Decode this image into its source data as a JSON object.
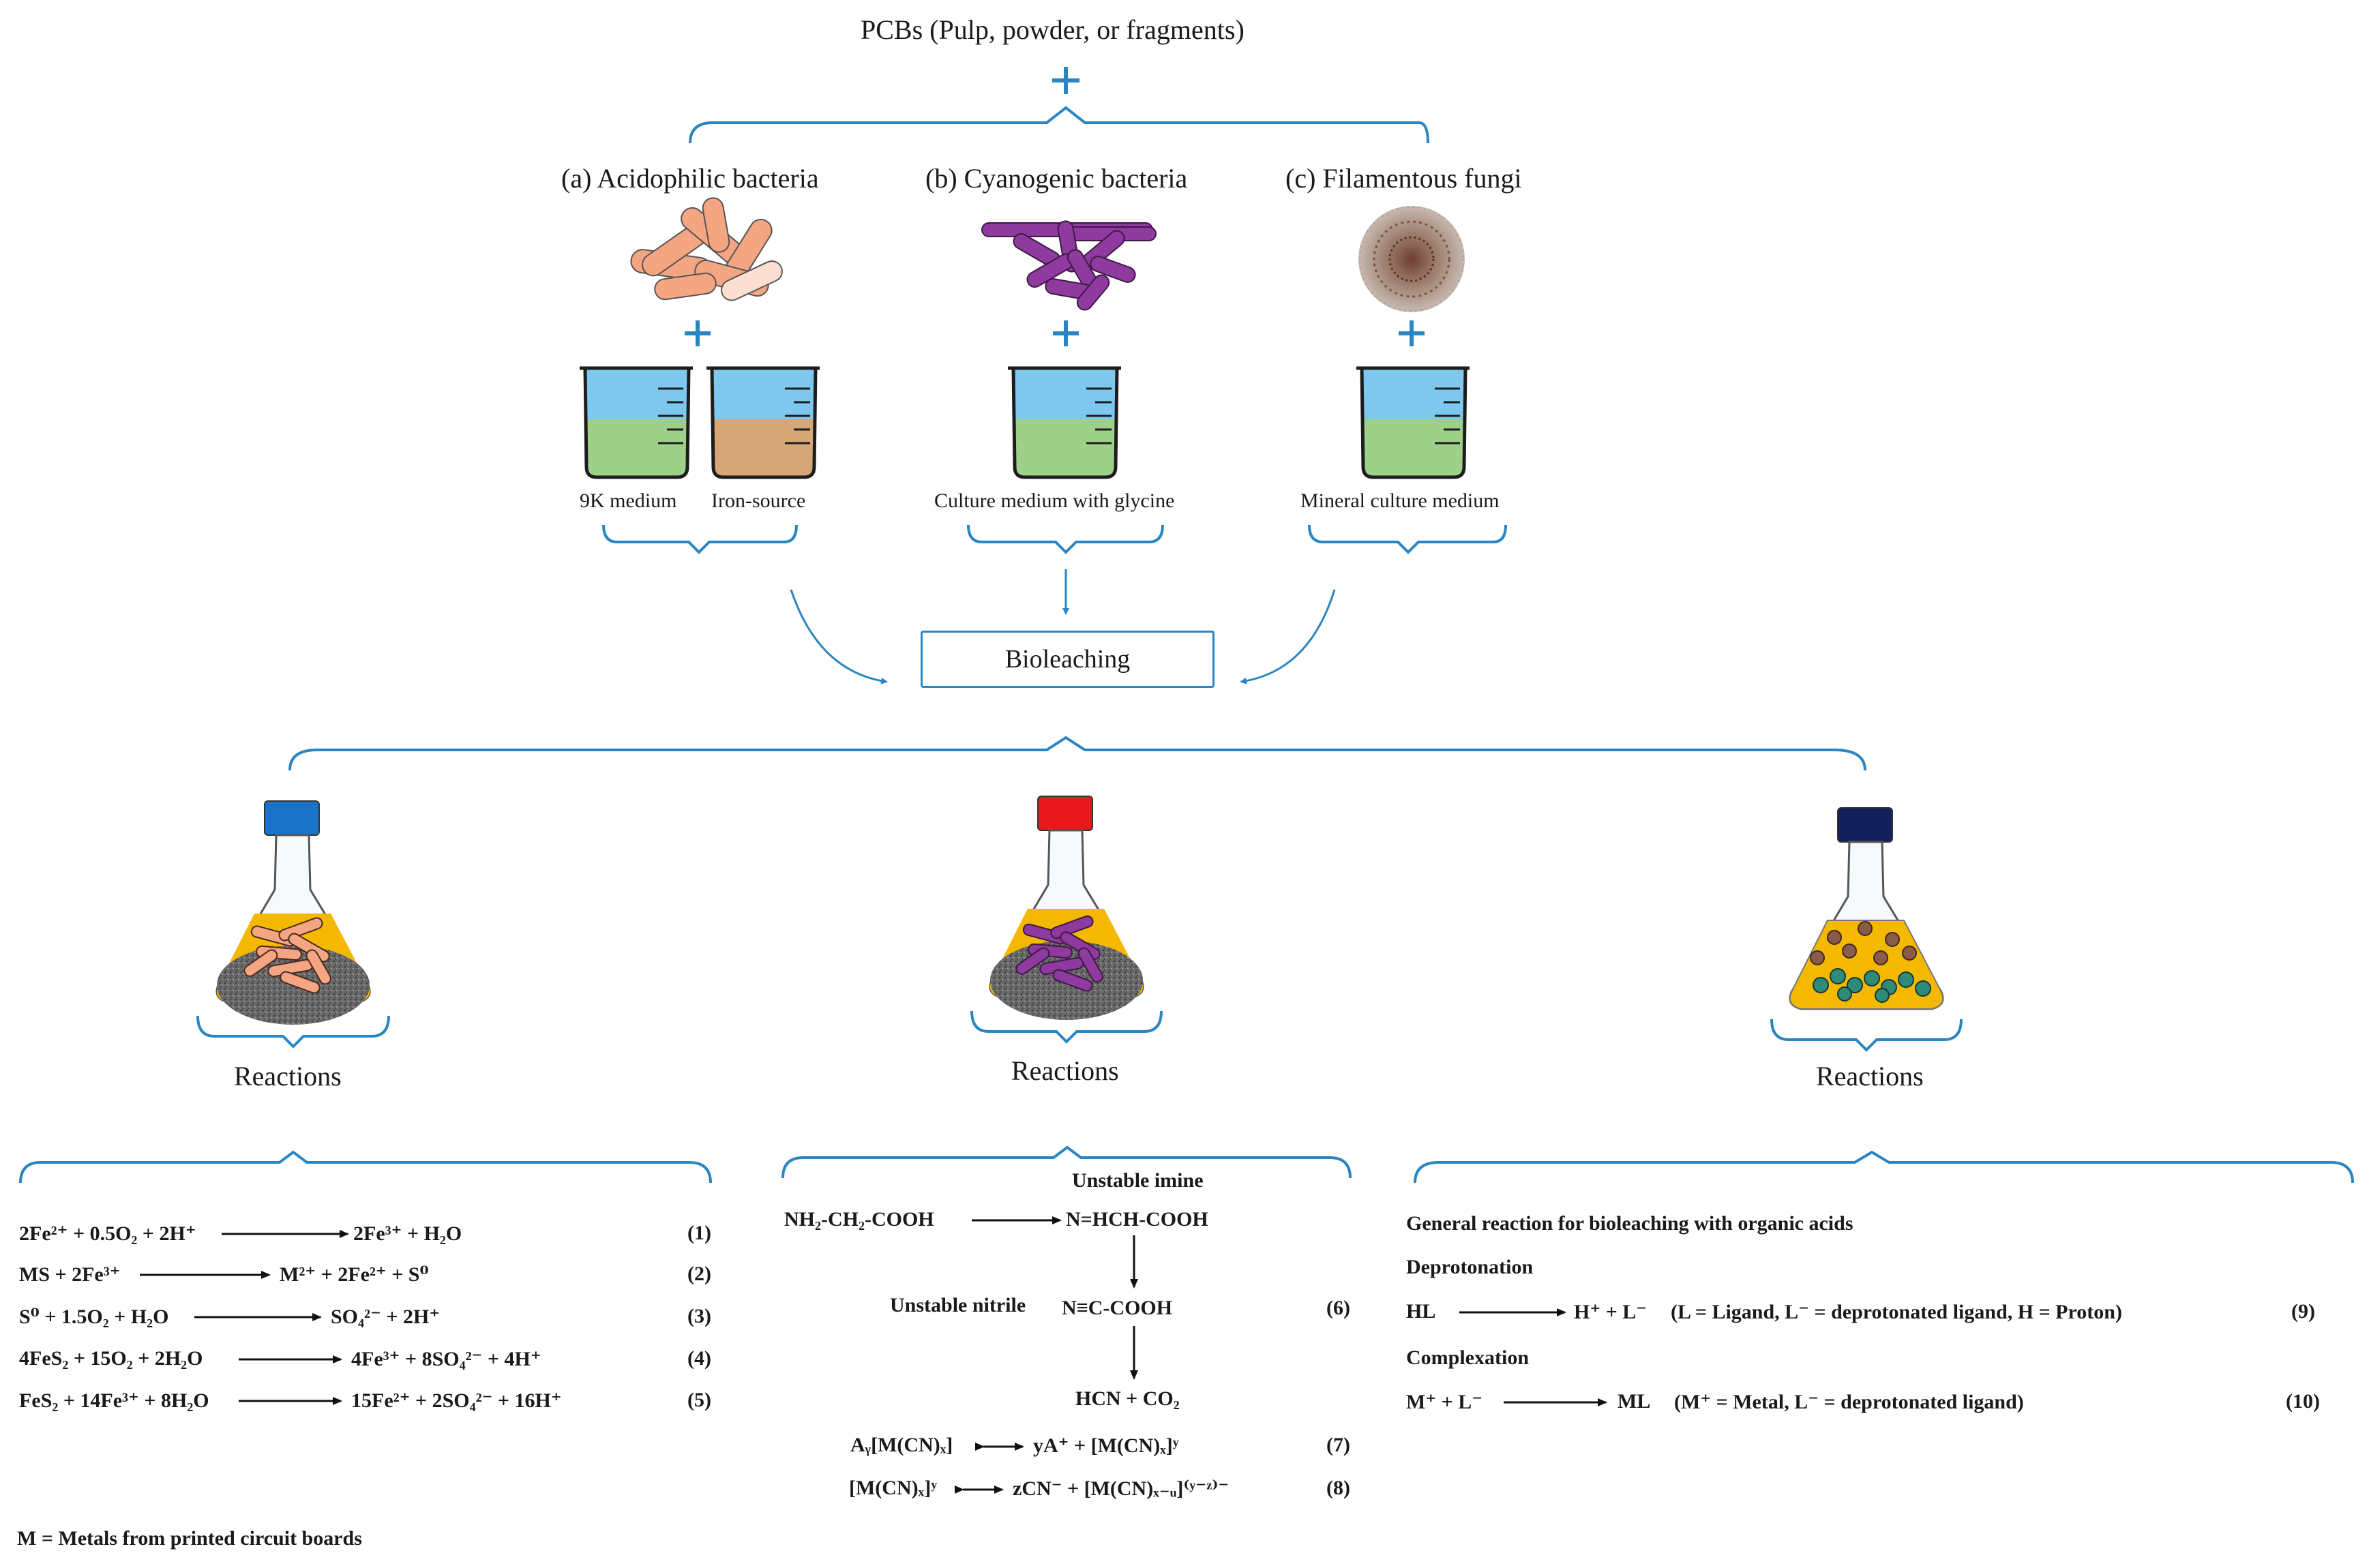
{
  "top": {
    "title": "PCBs (Pulp, powder, or fragments)"
  },
  "organisms": {
    "a": {
      "title": "(a) Acidophilic bacteria",
      "media": [
        "9K medium",
        "Iron-source"
      ]
    },
    "b": {
      "title": "(b) Cyanogenic bacteria",
      "media": [
        "Culture medium with glycine"
      ]
    },
    "c": {
      "title": "(c) Filamentous fungi",
      "media": [
        "Mineral culture medium"
      ]
    }
  },
  "process": {
    "label": "Bioleaching",
    "reactions_label": "Reactions"
  },
  "left_reactions": [
    {
      "lhs": "2Fe²⁺ + 0.5O₂ + 2H⁺",
      "rhs": "2Fe³⁺ + H₂O",
      "num": "(1)"
    },
    {
      "lhs": "MS + 2Fe³⁺",
      "rhs": "M²⁺ + 2Fe²⁺ + S⁰",
      "num": "(2)"
    },
    {
      "lhs": "S⁰ + 1.5O₂ + H₂O",
      "rhs": "SO₄²⁻ + 2H⁺",
      "num": "(3)"
    },
    {
      "lhs": "4FeS₂ + 15O₂ + 2H₂O",
      "rhs": "4Fe³⁺ + 8SO₄²⁻ + 4H⁺",
      "num": "(4)"
    },
    {
      "lhs": "FeS₂ + 14Fe³⁺ + 8H₂O",
      "rhs": "15Fe²⁺ + 2SO₄²⁻ + 16H⁺",
      "num": "(5)"
    }
  ],
  "middle_reactions": {
    "unstable_imine": "Unstable imine",
    "glycine": "NH₂-CH₂-COOH",
    "imine": "N=HCH-COOH",
    "unstable_nitrile": "Unstable nitrile",
    "nitrile": "N≡C-COOH",
    "num6": "(6)",
    "products": "HCN + CO₂",
    "eq7_lhs": "Aᵧ[M(CN)ₓ]",
    "eq7_rhs": "yA⁺ + [M(CN)ₓ]ʸ",
    "num7": "(7)",
    "eq8_lhs": "[M(CN)ₓ]ʸ",
    "eq8_rhs": "zCN⁻ + [M(CN)ₓ₋ᵤ]⁽ʸ⁻ᶻ⁾⁻",
    "num8": "(8)"
  },
  "right_reactions": {
    "general": "General reaction for bioleaching with organic acids",
    "deprotonation": "Deprotonation",
    "eq9_lhs": "HL",
    "eq9_rhs": "H⁺ + L⁻",
    "eq9_note": "(L = Ligand, L⁻ = deprotonated ligand, H = Proton)",
    "num9": "(9)",
    "complexation": "Complexation",
    "eq10_lhs": "M⁺ + L⁻",
    "eq10_rhs": "ML",
    "eq10_note": "(M⁺ = Metal, L⁻ = deprotonated ligand)",
    "num10": "(10)"
  },
  "footnote": "M = Metals from printed circuit boards",
  "colors": {
    "accent": "#2a86c2",
    "acidophilic": "#f4a582",
    "cyanogenic": "#8e3a9e",
    "fungi": "#8a6a5a",
    "liquid_top": "#7ec8ef",
    "liquid_green": "#9fd08a",
    "liquid_tan": "#d6a676",
    "flask_fill": "#f5b800",
    "cap_blue": "#1a73c9",
    "cap_red": "#e8191c",
    "cap_navy": "#14205e"
  }
}
